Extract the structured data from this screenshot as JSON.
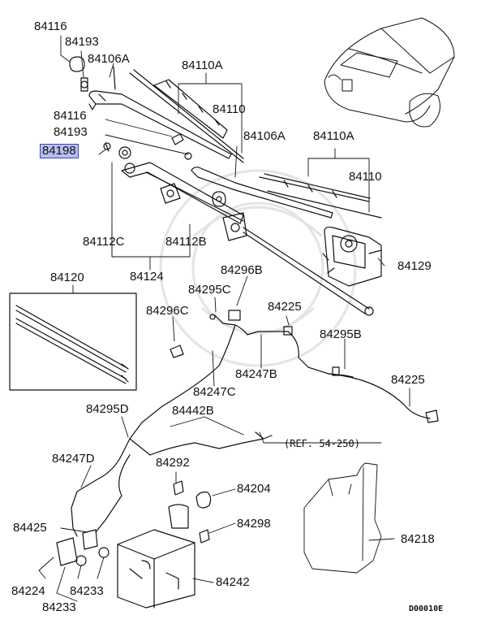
{
  "labels": {
    "l84116_top": "84116",
    "l84193_top": "84193",
    "l84106A_left": "84106A",
    "l84110A_top": "84110A",
    "l84110_top": "84110",
    "l84116_mid": "84116",
    "l84193_mid": "84193",
    "l84198": "84198",
    "l84106A_right": "84106A",
    "l84110A_right": "84110A",
    "l84110_right": "84110",
    "l84112C": "84112C",
    "l84112B": "84112B",
    "l84124": "84124",
    "l84129": "84129",
    "l84120": "84120",
    "l84296B": "84296B",
    "l84295C": "84295C",
    "l84296C": "84296C",
    "l84225_mid": "84225",
    "l84295B": "84295B",
    "l84247B": "84247B",
    "l84247C": "84247C",
    "l84225_right": "84225",
    "l84295D": "84295D",
    "l84442B": "84442B",
    "ref": "(REF. 54-250)",
    "l84247D": "84247D",
    "l84292": "84292",
    "l84204": "84204",
    "l84425": "84425",
    "l84298": "84298",
    "l84218": "84218",
    "l84224": "84224",
    "l84233_a": "84233",
    "l84233_b": "84233",
    "l84242": "84242",
    "diagram_code": "D00010E"
  },
  "highlight_color": "#b9bdf0"
}
